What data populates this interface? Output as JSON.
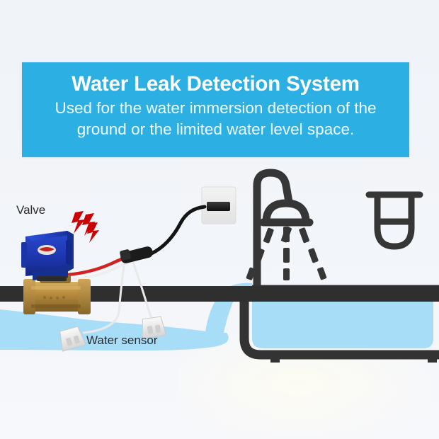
{
  "banner": {
    "title": "Water Leak Detection System",
    "subtitle_line1": "Used for the water immersion detection of the",
    "subtitle_line2": "ground or the limited water level space.",
    "background_color": "#2cb0e4",
    "title_color": "#ffffff",
    "subtitle_color": "#f2fbfe"
  },
  "scene": {
    "background_color": "#f1f4f8",
    "labels": {
      "valve": "Valve",
      "water_sensor": "Water sensor"
    },
    "colors": {
      "water": "#a8ddf8",
      "fixture_outline": "#333333",
      "pipe": "#2f2f2f",
      "valve_body_blue": "#1f3fb5",
      "valve_brass": "#b6893c",
      "alert_red": "#cc0000",
      "wire_red": "#d42020",
      "wire_white": "#f2f2f2",
      "controller_face": "#ededed"
    },
    "objects": [
      "valve-actuator",
      "brass-ball-valve",
      "alert-bolts",
      "controller-wall-unit",
      "sensor-probe-left",
      "sensor-probe-right",
      "shower-head",
      "bathtub",
      "laundry-basket",
      "water-pipe",
      "floor-water-spill"
    ]
  }
}
